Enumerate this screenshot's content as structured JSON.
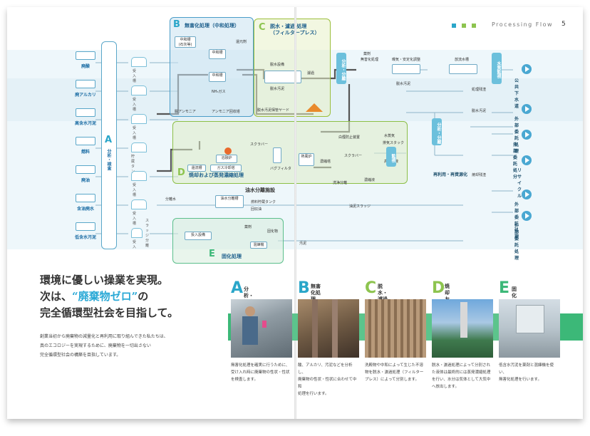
{
  "header": {
    "title": "Processing Flow",
    "page_number": "5",
    "squares": [
      "#2aa6c9",
      "#8dc44f",
      "#8dc44f"
    ]
  },
  "sources": [
    "廃酸",
    "廃アルカリ",
    "高含水汚泥",
    "燃料",
    "廃油",
    "含油廃水",
    "低含水汚泥"
  ],
  "zone_a": {
    "letter": "A",
    "label": "分析・検査"
  },
  "zone_b": {
    "letter": "B",
    "title": "無害化処理（中和処理）",
    "nodes": [
      "中和槽\n(石灰等)",
      "中和槽",
      "還元剤",
      "中和槽",
      "NH₃ガス",
      "脱アンモニア",
      "アンモニア回収塔"
    ]
  },
  "zone_c": {
    "letter": "C",
    "title": "脱水・濾過 処理\n（フィルタープレス）",
    "nodes": [
      "脱水設備",
      "濾過",
      "脱水汚泥",
      "脱水汚泥保管ヤード"
    ]
  },
  "zone_d": {
    "letter": "D",
    "title": "焼却および蒸発濃縮処理",
    "nodes": [
      "溶融炉",
      "ガス冷却塔",
      "還流槽",
      "スクラバー",
      "バグフィルタ",
      "熱風炉",
      "濃縮塔",
      "スクラバー",
      "白煙防止装置",
      "水蒸気",
      "排気スタック",
      "洗浄分離",
      "濃縮液",
      "高濃縮液"
    ]
  },
  "oil_water": {
    "title": "油水分離施設",
    "nodes": [
      "分離水",
      "油水分離槽",
      "燃料貯蔵タンク",
      "回収油"
    ]
  },
  "zone_e": {
    "letter": "E",
    "title": "固化処理",
    "nodes": [
      "投入設備",
      "薬剤",
      "固化物",
      "混練機"
    ]
  },
  "left_tanks": [
    "受入槽",
    "受入槽",
    "受入槽",
    "貯蔵タンク",
    "受入槽",
    "受入槽",
    "スラッジ分離",
    "受入"
  ],
  "right_flow": {
    "nodes": [
      "薬剤",
      "無害化処理",
      "曝気・安定化調整",
      "放流水槽",
      "脱水汚泥",
      "処理残渣",
      "脱水汚泥",
      "焼却残渣",
      "油泥スラッジ",
      "汚泥"
    ],
    "bars": [
      "分析・分離",
      "水質監視",
      "分析・分離",
      "監視"
    ]
  },
  "outputs": [
    "公共下水道",
    "外部委託処理",
    "外部委託処分",
    "リサイクル",
    "再利用・再資源化",
    "外部委託処理",
    "外部委託処理"
  ],
  "headline": {
    "line1": "環境に優しい操業を実現。",
    "line2_pre": "次は、",
    "line2_accent": "“廃棄物ゼロ”",
    "line2_post": "の",
    "line3": "完全循環型社会を目指して。"
  },
  "body_text": [
    "創業当初から廃棄物の減量化と再利用に取り組んできた私たちは、",
    "真のエコロジーを実現するために、廃棄物を一切出さない",
    "完全循環型社会の構築を目指しています。"
  ],
  "cards": [
    {
      "letter": "A",
      "title": "分析・検査",
      "color": "#2aa6c9",
      "desc": [
        "無害化処理を確実に行うために、",
        "受け入れ時に廃棄物の性状・性状",
        "を検査します。"
      ]
    },
    {
      "letter": "B",
      "title": "無害化処理\n（中和処理）",
      "color": "#2aa6c9",
      "desc": [
        "酸、アルカリ、汚泥などを分析し、",
        "廃棄物の性状・性状に合わせて中和",
        "処理を行います。"
      ]
    },
    {
      "letter": "C",
      "title": "脱水・濾過処理\n（フィルタープレス）",
      "color": "#8dc44f",
      "desc": [
        "洗殿物や中和によって生じた不溶",
        "物を脱水・濾過処理（フィルター",
        "プレス）によって分別します。"
      ]
    },
    {
      "letter": "D",
      "title": "焼却および\n蒸発濃縮処理",
      "color": "#8dc44f",
      "desc": [
        "脱水・濾過処理によって分別され",
        "た液体は最終的には蒸発濃縮処理",
        "を行い、水分は気体として大気中",
        "へ放出します。"
      ]
    },
    {
      "letter": "E",
      "title": "固化処理",
      "color": "#3cb878",
      "desc": [
        "低含水汚泥を薬剤と混練機を使い、",
        "無害化処理を行います。"
      ]
    }
  ]
}
